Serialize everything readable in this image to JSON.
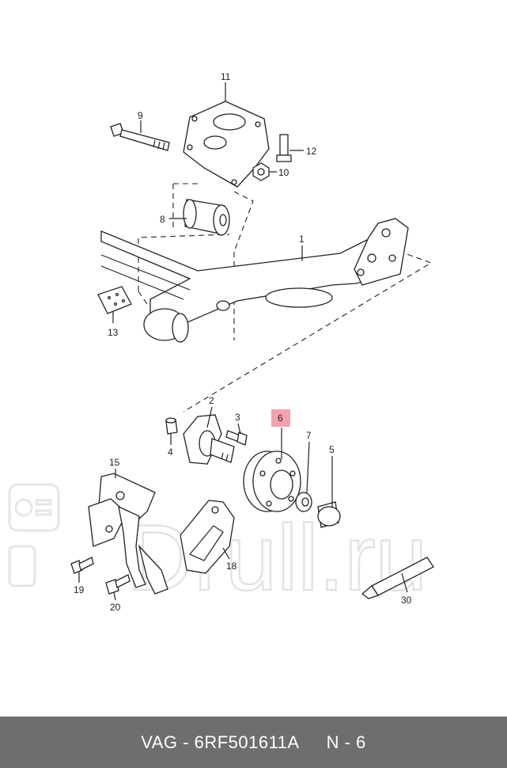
{
  "footer": {
    "part_number": "VAG - 6RF501611A",
    "position": "N - 6"
  },
  "watermark": {
    "text": "Drull.ru"
  },
  "callouts": [
    {
      "id": "11",
      "label": "11"
    },
    {
      "id": "9",
      "label": "9"
    },
    {
      "id": "12",
      "label": "12"
    },
    {
      "id": "10",
      "label": "10"
    },
    {
      "id": "8",
      "label": "8"
    },
    {
      "id": "1",
      "label": "1"
    },
    {
      "id": "13",
      "label": "13"
    },
    {
      "id": "2",
      "label": "2"
    },
    {
      "id": "3",
      "label": "3"
    },
    {
      "id": "6",
      "label": "6",
      "highlighted": true
    },
    {
      "id": "4",
      "label": "4"
    },
    {
      "id": "7",
      "label": "7"
    },
    {
      "id": "5",
      "label": "5"
    },
    {
      "id": "15",
      "label": "15"
    },
    {
      "id": "18",
      "label": "18"
    },
    {
      "id": "19",
      "label": "19"
    },
    {
      "id": "20",
      "label": "20"
    },
    {
      "id": "30",
      "label": "30"
    }
  ],
  "colors": {
    "footer_bg": "#6e6e6e",
    "highlight": "#f4a3ad",
    "line": "#222222"
  }
}
